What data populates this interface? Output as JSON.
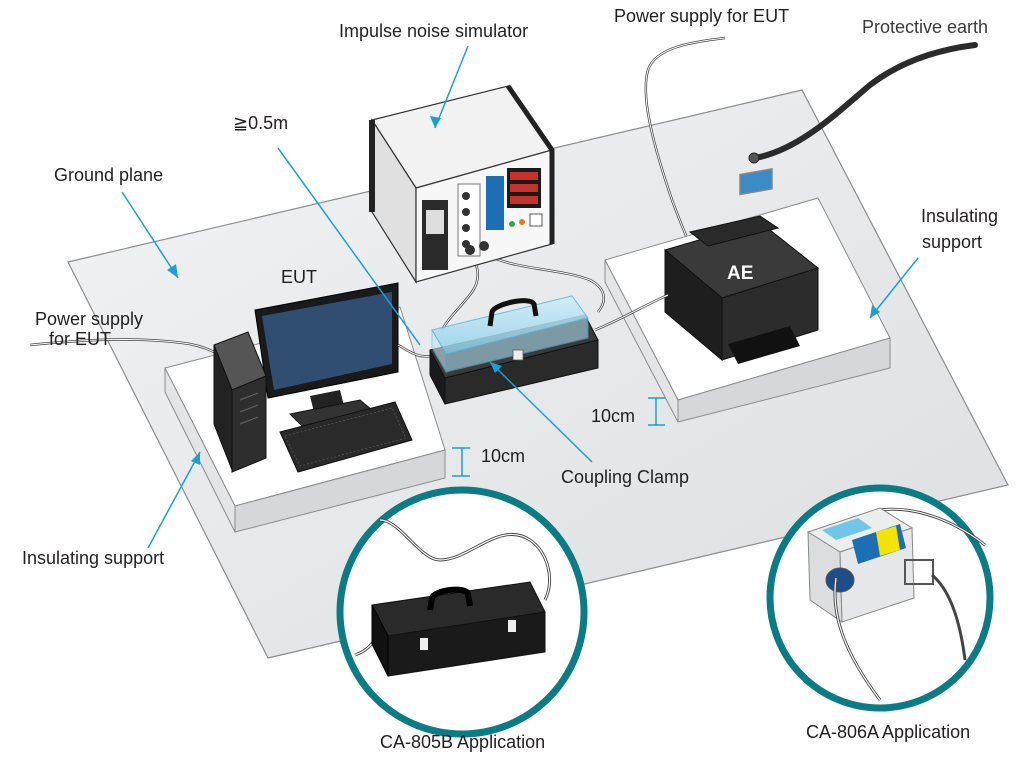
{
  "labels": {
    "impulse_noise_simulator": "Impulse noise simulator",
    "power_supply_eut_top": "Power supply for EUT",
    "protective_earth": "Protective earth",
    "distance": "≧0.5m",
    "ground_plane": "Ground plane",
    "insulating_support_right_line1": "Insulating",
    "insulating_support_right_line2": "support",
    "eut": "EUT",
    "power_supply_eut_left_line1": "Power supply",
    "power_supply_eut_left_line2": "for EUT",
    "ae": "AE",
    "height_right": "10cm",
    "height_left": "10cm",
    "coupling_clamp": "Coupling Clamp",
    "insulating_support_left": "Insulating support",
    "ca805b": "CA-805B Application",
    "ca806a": "CA-806A Application"
  },
  "colors": {
    "leader": "#1aa0d4",
    "ground_plane": "#e9eaeb",
    "support_top": "#ffffff",
    "support_side": "#d6d7d9",
    "circle_ring": "#0a7c86",
    "clamp_black": "#1f1f1f",
    "clamp_blue": "#a9dbef",
    "ca806a_body": "#e6e7e8",
    "ca806a_blue": "#1c6fb5",
    "ca806a_yellow": "#f2e300",
    "ca806a_cyan": "#6fc6e8"
  }
}
